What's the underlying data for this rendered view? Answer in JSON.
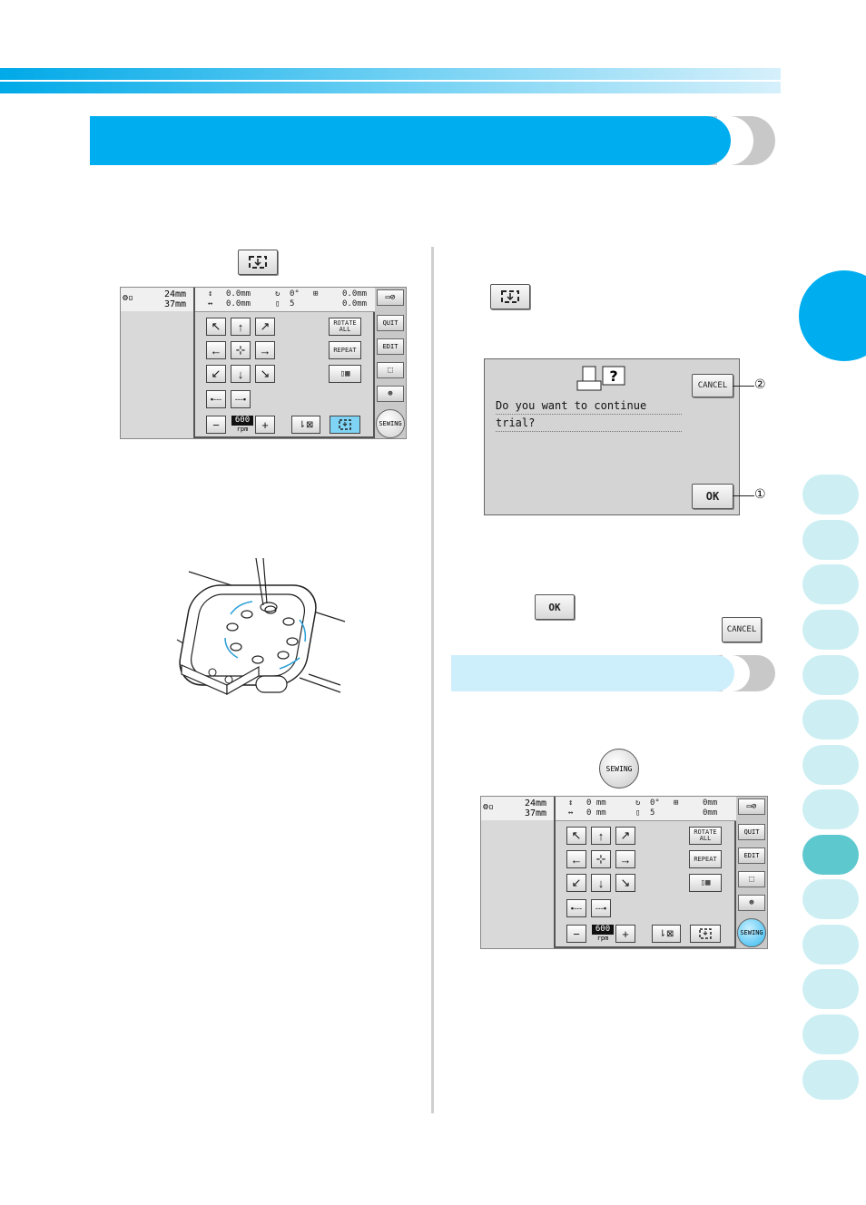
{
  "screen1": {
    "size_w": "24mm",
    "size_h": "37mm",
    "pos_v": "0.0mm",
    "pos_h": "0.0mm",
    "angle": "0°",
    "colors": "5",
    "dens_a": "0.0mm",
    "dens_b": "0.0mm",
    "rotate_all": "ROTATE ALL",
    "repeat": "REPEAT",
    "quit": "QUIT",
    "edit": "EDIT",
    "sewing": "SEWING",
    "speed": "600",
    "speed_unit": "rpm",
    "minus": "−",
    "plus": "+"
  },
  "screen2": {
    "size_w": "24mm",
    "size_h": "37mm",
    "pos_v": "0 mm",
    "pos_h": "0 mm",
    "angle": "0°",
    "colors": "5",
    "dens_a": "0mm",
    "dens_b": "0mm",
    "rotate_all": "ROTATE ALL",
    "repeat": "REPEAT",
    "quit": "QUIT",
    "edit": "EDIT",
    "sewing": "SEWING",
    "speed": "600",
    "speed_unit": "rpm",
    "minus": "−",
    "plus": "+"
  },
  "dialog": {
    "line1": "Do you want to continue",
    "line2": "trial?",
    "cancel": "CANCEL",
    "ok": "OK",
    "callout_ok": "①",
    "callout_cancel": "②"
  },
  "inline_buttons": {
    "ok": "OK",
    "cancel": "CANCEL",
    "sewing": "SEWING"
  },
  "colors": {
    "accent": "#00aeef",
    "light": "#cdeefb",
    "tab": "#cdeff3",
    "tab_active": "#5ec8cf"
  }
}
